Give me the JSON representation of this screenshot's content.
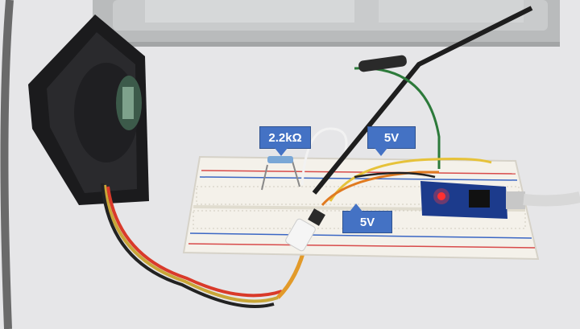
{
  "annotations": {
    "resistor_label": "2.2kΩ",
    "supply_label_top": "5V",
    "supply_label_bottom": "5V"
  },
  "colors": {
    "callout_fill": "#4472c4",
    "callout_text": "#ffffff",
    "background": "#e9e9eb",
    "breadboard": "#f4f1ea",
    "rail_red": "#d84a4a",
    "rail_blue": "#3a66c4",
    "arduino_board": "#1c3b8c"
  }
}
